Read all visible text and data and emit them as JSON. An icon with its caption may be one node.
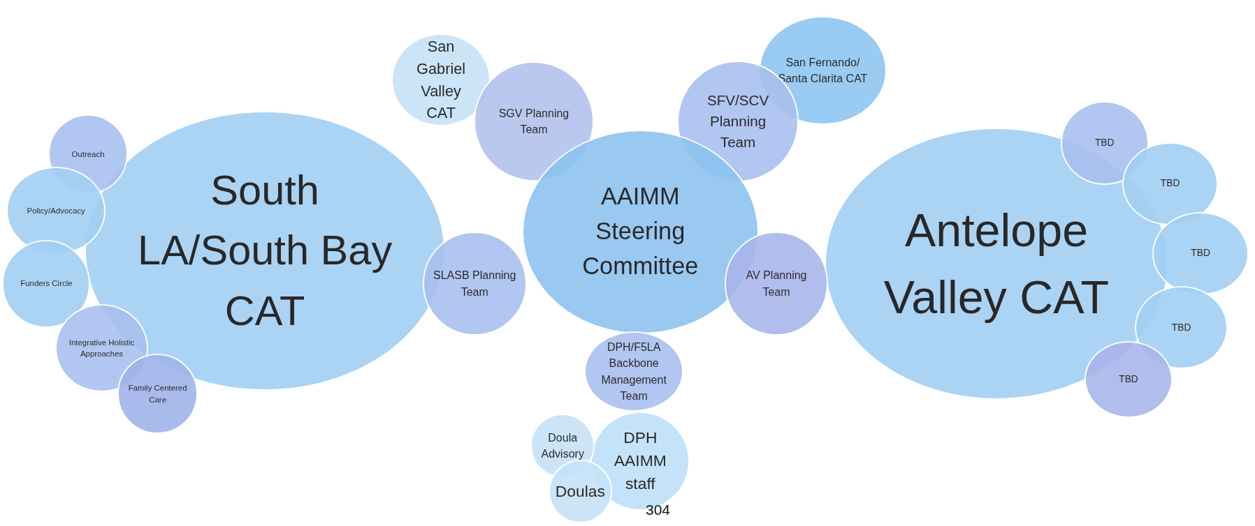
{
  "diagram": {
    "nodes": [
      {
        "text": [
          "San Gabriel Valley CAT"
        ]
      },
      {
        "text": [
          "SGV Planning Team"
        ]
      },
      {
        "text": [
          "San Fernando/ Santa Clarita CAT"
        ]
      },
      {
        "text": [
          "SFV/SCV Planning Team"
        ]
      },
      {
        "text": [
          "South LA/South Bay CAT"
        ]
      },
      {
        "text": [
          "Outreach"
        ]
      },
      {
        "text": [
          "Policy/Advocacy"
        ]
      },
      {
        "text": [
          "Funders Circle"
        ]
      },
      {
        "text": [
          "Integrative Holistic Approaches"
        ]
      },
      {
        "text": [
          "Family Centered Care"
        ]
      },
      {
        "text": [
          "AAIMM Steering Committee"
        ]
      },
      {
        "text": [
          "SLASB Planning Team"
        ]
      },
      {
        "text": [
          "AV Planning Team"
        ]
      },
      {
        "text": [
          "Antelope Valley CAT"
        ]
      },
      {
        "text": [
          "TBD"
        ]
      },
      {
        "text": [
          "TBD"
        ]
      },
      {
        "text": [
          "TBD"
        ]
      },
      {
        "text": [
          "TBD"
        ]
      },
      {
        "text": [
          "TBD"
        ]
      },
      {
        "text": [
          "DPH/F5LA Backbone Management Team"
        ]
      },
      {
        "text": [
          "DPH AAIMM staff"
        ]
      },
      {
        "text": [
          "Doula Advisory"
        ]
      },
      {
        "text": [
          "Doulas"
        ]
      }
    ],
    "edges": [],
    "labels": [
      "304"
    ]
  }
}
